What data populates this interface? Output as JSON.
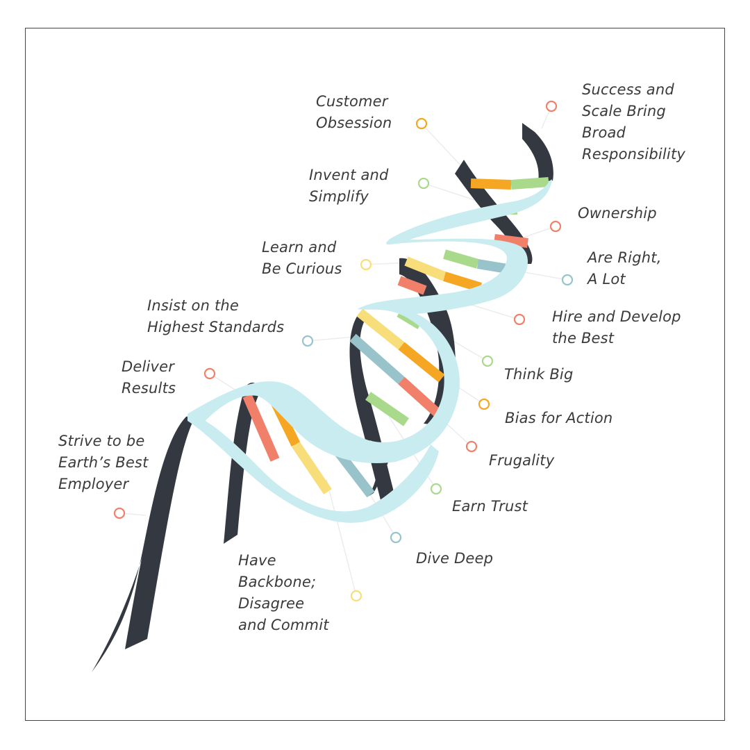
{
  "colors": {
    "strand_dark": "#343840",
    "strand_light": "#c8ecef",
    "red": "#f0806a",
    "orange": "#f5a623",
    "yellow": "#f8de7a",
    "green": "#a9d98b",
    "blue": "#98c3cb"
  },
  "principles": [
    {
      "id": "customer-obsession",
      "text": "Customer\nObsession",
      "color": "orange"
    },
    {
      "id": "success-and-scale",
      "text": "Success and\nScale Bring\nBroad\nResponsibility",
      "color": "red"
    },
    {
      "id": "invent-and-simplify",
      "text": "Invent and\nSimplify",
      "color": "green"
    },
    {
      "id": "ownership",
      "text": "Ownership",
      "color": "red"
    },
    {
      "id": "learn-and-be-curious",
      "text": "Learn and\nBe Curious",
      "color": "yellow"
    },
    {
      "id": "are-right-a-lot",
      "text": "Are Right,\nA Lot",
      "color": "blue"
    },
    {
      "id": "hire-and-develop",
      "text": "Hire and Develop\nthe Best",
      "color": "red"
    },
    {
      "id": "insist-on-highest-standards",
      "text": "Insist on the\nHighest Standards",
      "color": "blue"
    },
    {
      "id": "think-big",
      "text": "Think Big",
      "color": "green"
    },
    {
      "id": "deliver-results",
      "text": "Deliver\nResults",
      "color": "red"
    },
    {
      "id": "bias-for-action",
      "text": "Bias for Action",
      "color": "orange"
    },
    {
      "id": "strive-to-be-best-employer",
      "text": "Strive to be\nEarth’s Best\nEmployer",
      "color": "red"
    },
    {
      "id": "frugality",
      "text": "Frugality",
      "color": "red"
    },
    {
      "id": "earn-trust",
      "text": "Earn Trust",
      "color": "green"
    },
    {
      "id": "dive-deep",
      "text": "Dive Deep",
      "color": "blue"
    },
    {
      "id": "have-backbone",
      "text": "Have\nBackbone;\nDisagree\nand Commit",
      "color": "yellow"
    }
  ]
}
